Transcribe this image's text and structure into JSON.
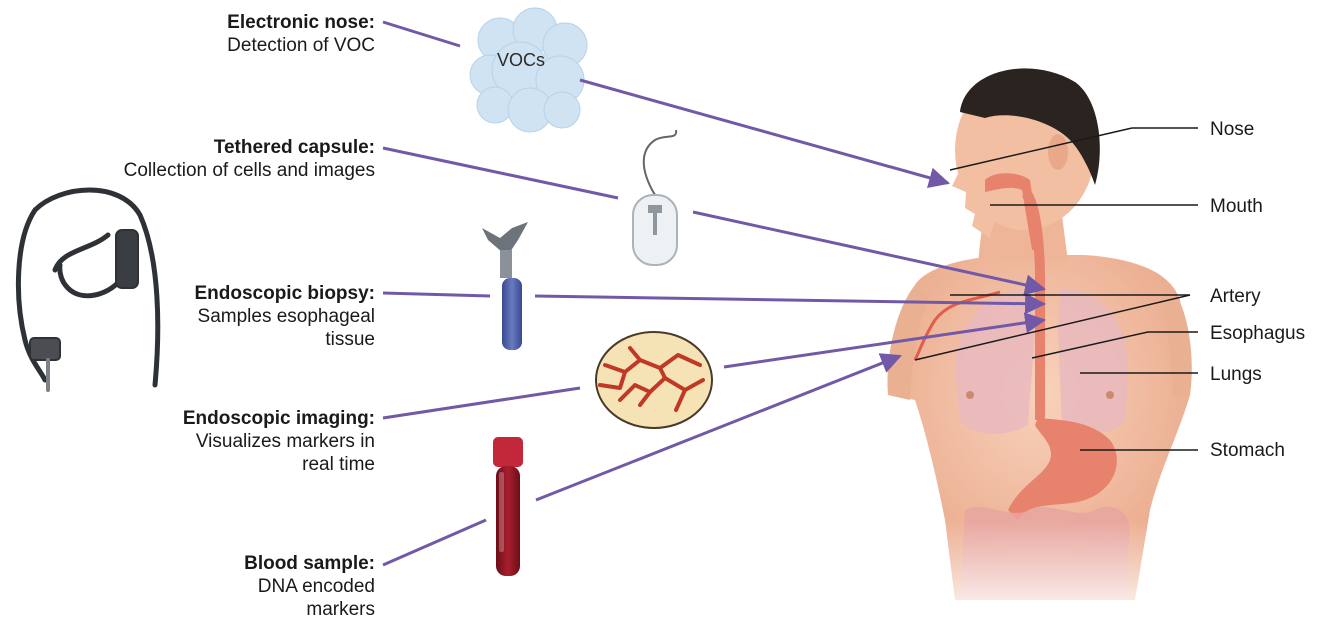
{
  "methods": [
    {
      "title": "Electronic nose:",
      "desc": "Detection of VOC"
    },
    {
      "title": "Tethered capsule:",
      "desc": "Collection of cells and images"
    },
    {
      "title": "Endoscopic biopsy:",
      "desc": "Samples esophageal tissue"
    },
    {
      "title": "Endoscopic imaging:",
      "desc": "Visualizes markers in real time"
    },
    {
      "title": "Blood sample:",
      "desc": "DNA encoded markers"
    }
  ],
  "cloud_label": "VOCs",
  "anatomy_labels": [
    "Nose",
    "Mouth",
    "Artery",
    "Esophagus",
    "Lungs",
    "Stomach"
  ],
  "colors": {
    "arrow": "#7159a8",
    "leader": "#1a1a1a",
    "skin": "#f4c3a6",
    "hair": "#2a2320",
    "lung": "#e8b8bf",
    "esophagus": "#e7826d",
    "tube": "#9a1623",
    "cap": "#c2273a",
    "biopsy": "#5060a8",
    "vessel": "#c03826",
    "tissue": "#f6e3b5"
  },
  "icons": [
    "cloud-icon",
    "capsule-icon",
    "forceps-icon",
    "endoscope-icon",
    "tissue-icon",
    "blood-tube-icon",
    "human-anatomy-icon"
  ]
}
